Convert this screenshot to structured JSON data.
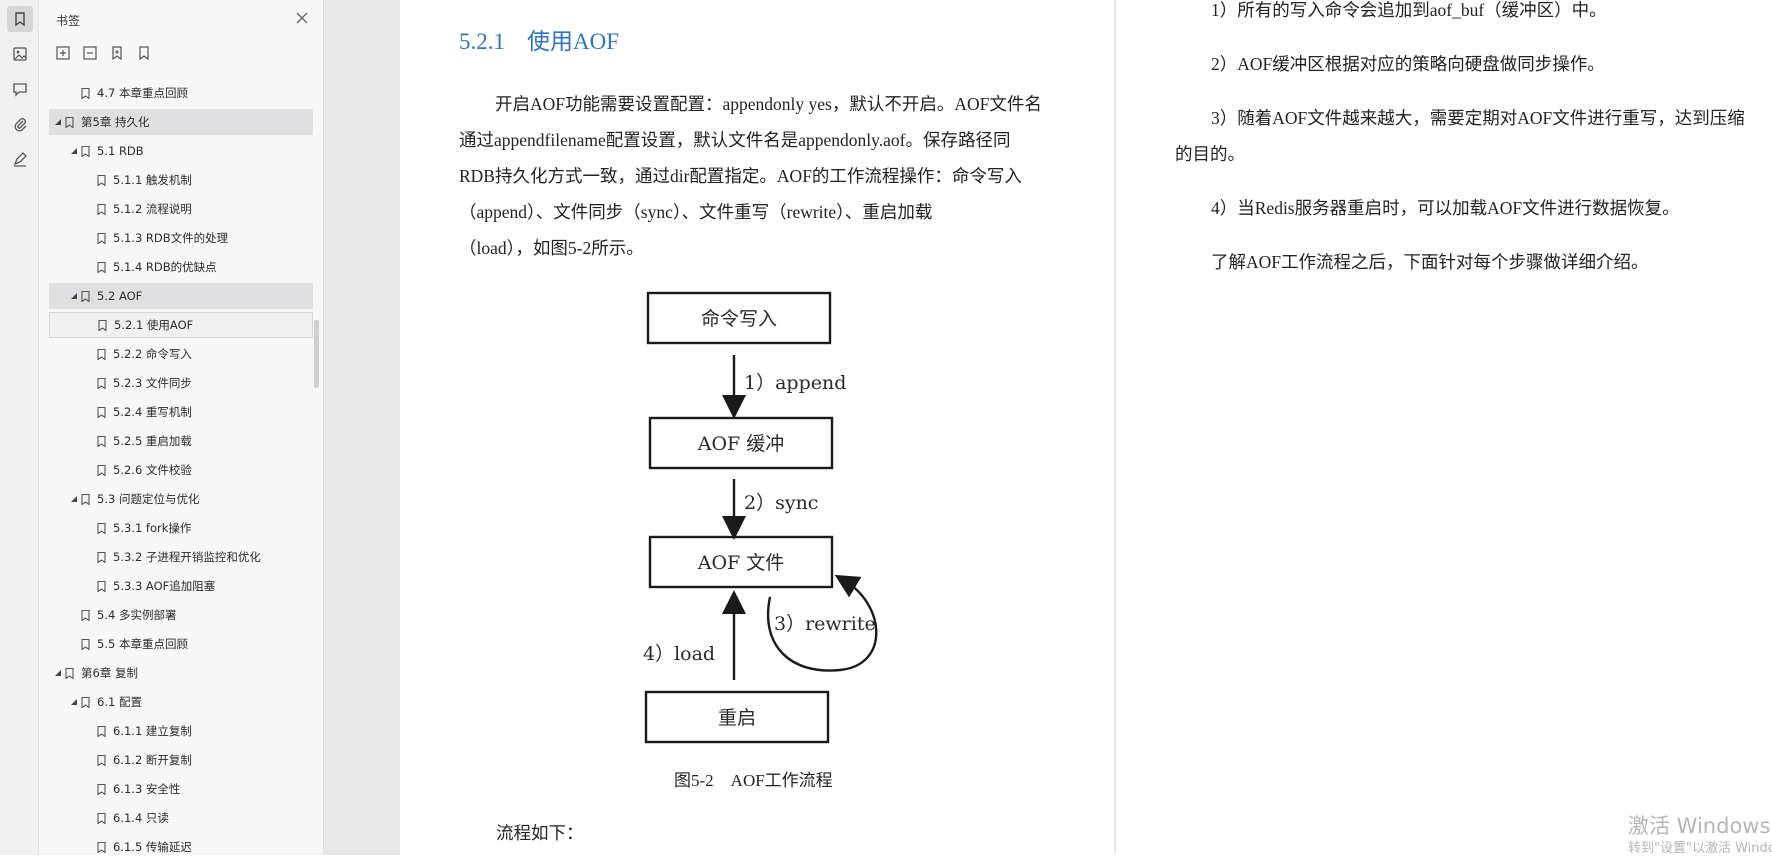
{
  "sidebar": {
    "title": "书签",
    "items": [
      {
        "label": "4.7 本章重点回顾",
        "level": 2,
        "expander": false
      },
      {
        "label": "第5章 持久化",
        "level": 1,
        "expander": true,
        "state": "group-hl"
      },
      {
        "label": "5.1 RDB",
        "level": 2,
        "expander": true
      },
      {
        "label": "5.1.1 触发机制",
        "level": 3,
        "expander": false
      },
      {
        "label": "5.1.2 流程说明",
        "level": 3,
        "expander": false
      },
      {
        "label": "5.1.3 RDB文件的处理",
        "level": 3,
        "expander": false
      },
      {
        "label": "5.1.4 RDB的优缺点",
        "level": 3,
        "expander": false
      },
      {
        "label": "5.2 AOF",
        "level": 2,
        "expander": true,
        "state": "group-hl"
      },
      {
        "label": "5.2.1 使用AOF",
        "level": 3,
        "expander": false,
        "state": "sel"
      },
      {
        "label": "5.2.2 命令写入",
        "level": 3,
        "expander": false
      },
      {
        "label": "5.2.3 文件同步",
        "level": 3,
        "expander": false
      },
      {
        "label": "5.2.4 重写机制",
        "level": 3,
        "expander": false
      },
      {
        "label": "5.2.5 重启加载",
        "level": 3,
        "expander": false
      },
      {
        "label": "5.2.6 文件校验",
        "level": 3,
        "expander": false
      },
      {
        "label": "5.3 问题定位与优化",
        "level": 2,
        "expander": true
      },
      {
        "label": "5.3.1 fork操作",
        "level": 3,
        "expander": false
      },
      {
        "label": "5.3.2 子进程开销监控和优化",
        "level": 3,
        "expander": false
      },
      {
        "label": "5.3.3 AOF追加阻塞",
        "level": 3,
        "expander": false
      },
      {
        "label": "5.4 多实例部署",
        "level": 2,
        "expander": false
      },
      {
        "label": "5.5 本章重点回顾",
        "level": 2,
        "expander": false
      },
      {
        "label": "第6章 复制",
        "level": 1,
        "expander": true
      },
      {
        "label": "6.1 配置",
        "level": 2,
        "expander": true
      },
      {
        "label": "6.1.1 建立复制",
        "level": 3,
        "expander": false
      },
      {
        "label": "6.1.2 断开复制",
        "level": 3,
        "expander": false
      },
      {
        "label": "6.1.3 安全性",
        "level": 3,
        "expander": false
      },
      {
        "label": "6.1.4 只读",
        "level": 3,
        "expander": false
      },
      {
        "label": "6.1.5 传输延迟",
        "level": 3,
        "expander": false
      }
    ]
  },
  "doc": {
    "heading_num": "5.2.1",
    "heading_text": "使用AOF",
    "para1_lines": [
      "开启AOF功能需要设置配置：appendonly yes，默认不开启。AOF文件名",
      "通过appendfilename配置设置，默认文件名是appendonly.aof。保存路径同",
      "RDB持久化方式一致，通过dir配置指定。AOF的工作流程操作：命令写入",
      "（append）、文件同步（sync）、文件重写（rewrite）、重启加载",
      "（load），如图5-2所示。"
    ],
    "figure": {
      "box1": "命令写入",
      "box2": "AOF 缓冲",
      "box3": "AOF 文件",
      "box4": "重启",
      "arrow1": "1）append",
      "arrow2": "2）sync",
      "arrow3": "3）rewrite",
      "arrow4": "4）load"
    },
    "caption": "图5-2　AOF工作流程",
    "after": "流程如下：",
    "right_lines": [
      "1）所有的写入命令会追加到aof_buf（缓冲区）中。",
      "2）AOF缓冲区根据对应的策略向硬盘做同步操作。",
      "3）随着AOF文件越来越大，需要定期对AOF文件进行重写，达到压缩",
      "的目的。",
      "4）当Redis服务器重启时，可以加载AOF文件进行数据恢复。",
      "了解AOF工作流程之后，下面针对每个步骤做详细介绍。"
    ]
  },
  "watermark": {
    "line1": "激活 Windows",
    "line2": "转到\"设置\"以激活 Windows。"
  }
}
